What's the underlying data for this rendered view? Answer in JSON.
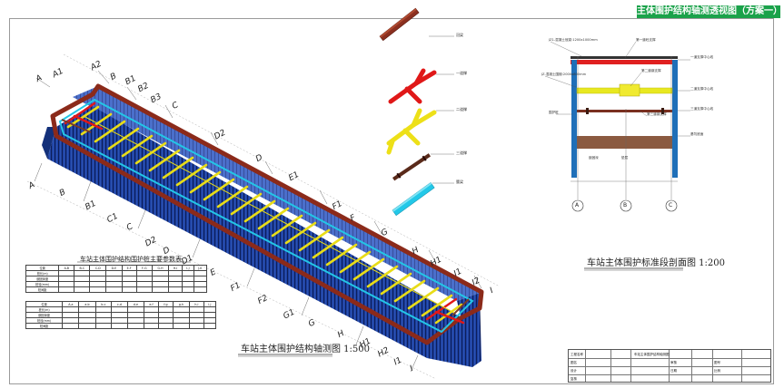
{
  "title": "主体围护结构轴测透视图（方案一）",
  "captions": {
    "main_view": "车站主体围护结构轴测图 1:500",
    "section_view": "车站主体围护标准段剖面图 1:200",
    "param_table": "车站主体围护结构围护桩主要参数表"
  },
  "axis_labels": {
    "top_row": [
      "A",
      "A1",
      "A2",
      "B",
      "B1",
      "B2",
      "B3",
      "C",
      "D2",
      "D",
      "E1",
      "F1",
      "F",
      "G",
      "H",
      "H1",
      "I1",
      "I2",
      "I"
    ],
    "bottom_row": [
      "A",
      "B",
      "B1",
      "C1",
      "C",
      "D2",
      "D",
      "D1",
      "E",
      "F1",
      "F2",
      "G1",
      "G",
      "H",
      "H1",
      "H2",
      "I1",
      "I"
    ]
  },
  "legend_items": [
    {
      "label": "冠梁",
      "color": "#8b2020"
    },
    {
      "label": "一道撑",
      "color": "#e01818"
    },
    {
      "label": "二道撑",
      "color": "#f0e020"
    },
    {
      "label": "三道撑",
      "color": "#8b3a2a"
    },
    {
      "label": "腰梁",
      "color": "#22c8e8"
    }
  ],
  "section": {
    "labels": [
      "JZ1-混凝土冠梁:1200x1000mm",
      "JZ-混凝土围檩:2000x800mm",
      "第一道砼支撑",
      "第二道钢支撑",
      "第三道钢支撑",
      "一道支撑中心线",
      "二道支撑中心线",
      "三道支撑中心线",
      "基坑底面",
      "围护桩",
      "嵌固深",
      "垫层"
    ],
    "axes": [
      "A",
      "B",
      "C"
    ],
    "colors": {
      "crown": "#e02020",
      "strut1": "#e8e820",
      "strut3": "#6b3a2a",
      "pile": "#1f6fb8",
      "base": "#8b5a40"
    }
  },
  "param_table": {
    "block1_headers": [
      "位置",
      "A-B",
      "B-C",
      "C-D",
      "D-E",
      "E-F",
      "F-G",
      "G-H",
      "H-I",
      "I-J",
      "J-K"
    ],
    "block2_headers": [
      "位置",
      "A-a",
      "a-b",
      "b-c",
      "c-d",
      "d-e",
      "e-f",
      "f-g",
      "g-h",
      "h-i",
      "i-j"
    ],
    "row_labels": [
      "桩长(m)",
      "嵌固深度",
      "桩径(mm)",
      "桩间距"
    ]
  },
  "title_block": {
    "project": "车站主体围护结构轴测图",
    "labels": [
      "工程名称",
      "图名",
      "设计",
      "复核",
      "审核",
      "日期",
      "图号",
      "比例"
    ]
  }
}
